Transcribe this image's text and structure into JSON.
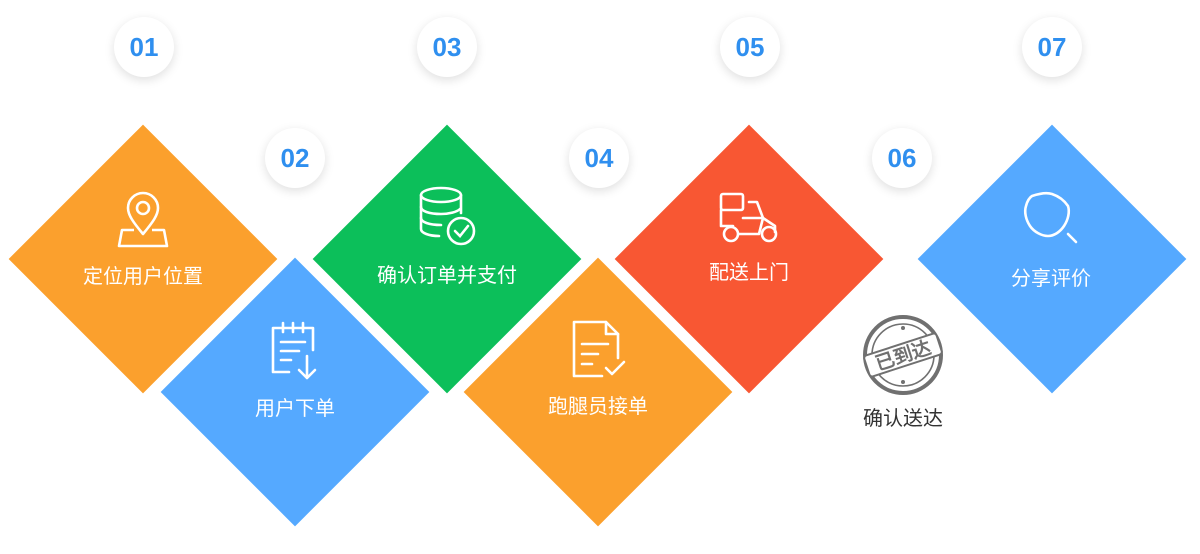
{
  "steps": [
    {
      "number": "01",
      "label": "定位用户位置",
      "color": "#fba02d",
      "icon": "map-pin-icon"
    },
    {
      "number": "02",
      "label": "用户下单",
      "color": "#55a9ff",
      "icon": "order-download-icon"
    },
    {
      "number": "03",
      "label": "确认订单并支付",
      "color": "#0cbf5a",
      "icon": "database-check-icon"
    },
    {
      "number": "04",
      "label": "跑腿员接单",
      "color": "#fba02d",
      "icon": "document-check-icon"
    },
    {
      "number": "05",
      "label": "配送上门",
      "color": "#f85733",
      "icon": "scooter-icon"
    },
    {
      "number": "06",
      "label": "确认送达",
      "color": "#ffffff",
      "icon": "delivered-stamp-icon",
      "stamp_text": "已到达"
    },
    {
      "number": "07",
      "label": "分享评价",
      "color": "#55a9ff",
      "icon": "star-search-icon"
    }
  ],
  "accent_color": "#2f8fef"
}
